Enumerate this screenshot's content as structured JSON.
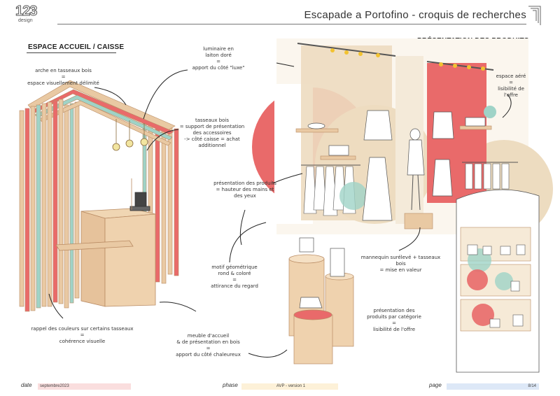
{
  "header": {
    "logo_number": "123",
    "logo_word": "design",
    "title": "Escapade a Portofino - croquis de recherches"
  },
  "sections": {
    "left_title": "ESPACE ACCUEIL / CAISSE",
    "right_title": "PRÉSENTATION DES PRODUITS"
  },
  "annotations": {
    "arche": [
      "arche en tasseaux bois",
      "=",
      "espace visuellement délimité"
    ],
    "luminaire": [
      "luminaire en",
      "laiton doré",
      "=",
      "apport du côté \"luxe\""
    ],
    "tasseaux": [
      "tasseaux bois",
      "= support de présentation",
      "des accessoires",
      "-> côté caisse = achat",
      "additionnel"
    ],
    "presentation": [
      "présentation des produits",
      "= hauteur des mains et",
      "des yeux"
    ],
    "motif": [
      "motif géométrique",
      "rond & coloré",
      "=",
      "attirance du regard"
    ],
    "rappel": [
      "rappel des couleurs sur certains tasseaux",
      "=",
      "cohérence visuelle"
    ],
    "meuble": [
      "meuble d'accueil",
      "& de présentation en bois",
      "=",
      "apport du côté chaleureux"
    ],
    "mannequin": [
      "mannequin surélevé + tasseaux bois",
      "= mise en valeur"
    ],
    "categorie": [
      "présentation des",
      "produits par catégorie",
      "=",
      "lisibilité de l'offre"
    ],
    "espace_aere": [
      "espace aéré",
      "=",
      "lisibilité de l'offre"
    ]
  },
  "footer": {
    "date_label": "date",
    "date_value": "septembre2023",
    "phase_label": "phase",
    "phase_value": "AVP - version 1",
    "page_label": "page",
    "page_value": "8/14"
  },
  "colors": {
    "wood": "#e9c9a3",
    "wood_dark": "#c9a27c",
    "coral": "#e96a6a",
    "teal": "#9fd3c7",
    "beige": "#eddcc0",
    "yellow": "#f2c230",
    "date_bar": "#fadede",
    "phase_bar": "#fdf1d8",
    "page_bar": "#dde8f7"
  }
}
